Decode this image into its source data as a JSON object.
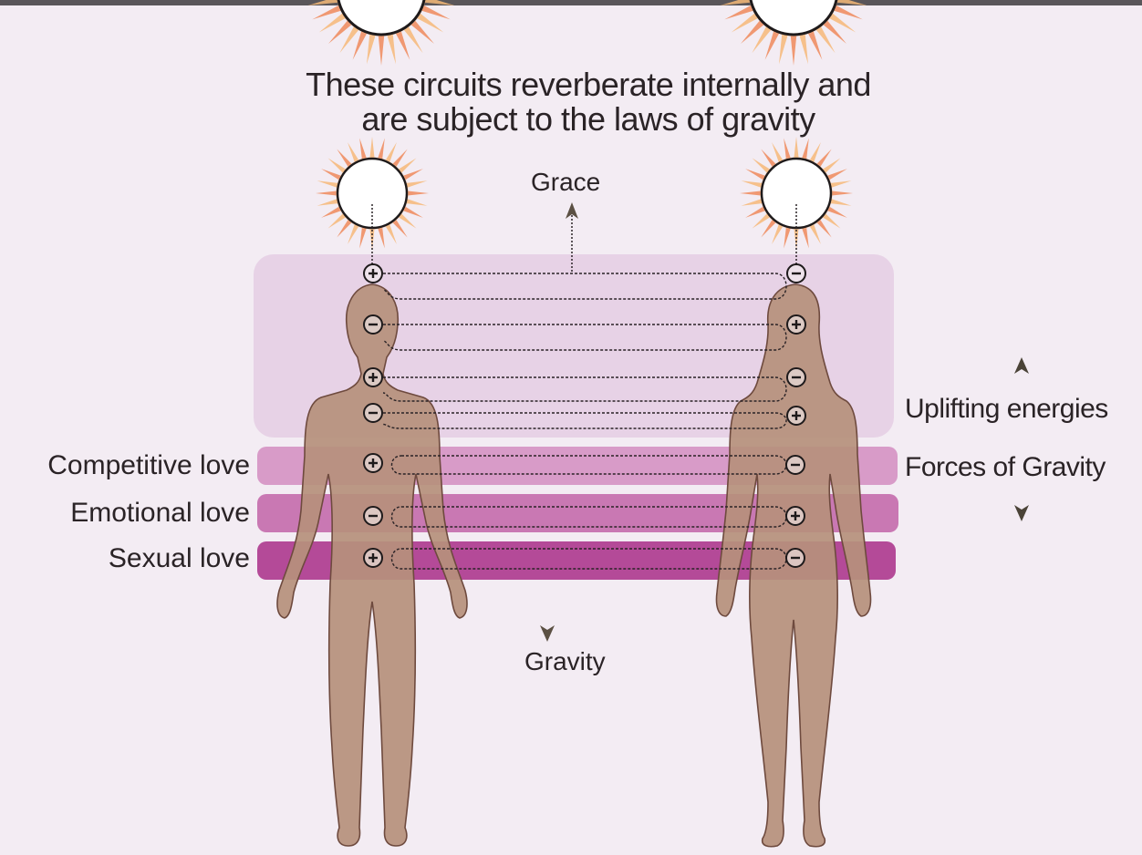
{
  "title_line1": "These circuits reverberate internally and",
  "title_line2": "are subject to the laws of gravity",
  "grace_label": "Grace",
  "gravity_label": "Gravity",
  "left_labels": [
    "Competitive love",
    "Emotional love",
    "Sexual love"
  ],
  "right_labels": [
    "Uplifting energies",
    "Forces of Gravity"
  ],
  "man_chakras": [
    "+",
    "−",
    "+",
    "−",
    "+",
    "−",
    "+"
  ],
  "woman_chakras": [
    "−",
    "+",
    "−",
    "+",
    "−",
    "+",
    "−"
  ],
  "colors": {
    "background": "#f3ecf3",
    "grace_band": "#e7d2e6",
    "competitive_band": "#d89bc8",
    "emotional_band": "#c978b3",
    "sexual_band": "#b44a98",
    "body": "#b6907c",
    "body_outline": "#6e4a3e",
    "arrow": "#5b5043"
  },
  "icons": [
    "sun-icon",
    "plus-icon",
    "minus-icon",
    "arrow-up-icon",
    "arrow-down-icon"
  ]
}
